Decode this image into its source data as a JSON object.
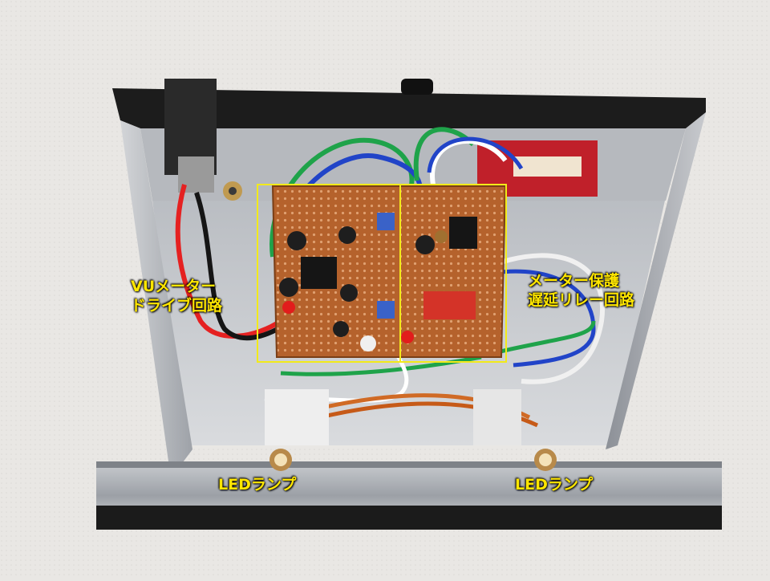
{
  "labels": {
    "vu_driver_line1": "VUメーター",
    "vu_driver_line2": "ドライブ回路",
    "meter_protect_line1": "メーター保護",
    "meter_protect_line2": "遅延リレー回路",
    "led_lamp_left": "LEDランプ",
    "led_lamp_right": "LEDランプ"
  },
  "colors": {
    "highlight": "#f2ea1a",
    "pcb": "#b7642f",
    "chassis": "#c9cbcf",
    "front_panel": "#1c1c1c",
    "wall": "#e9e7e4"
  }
}
